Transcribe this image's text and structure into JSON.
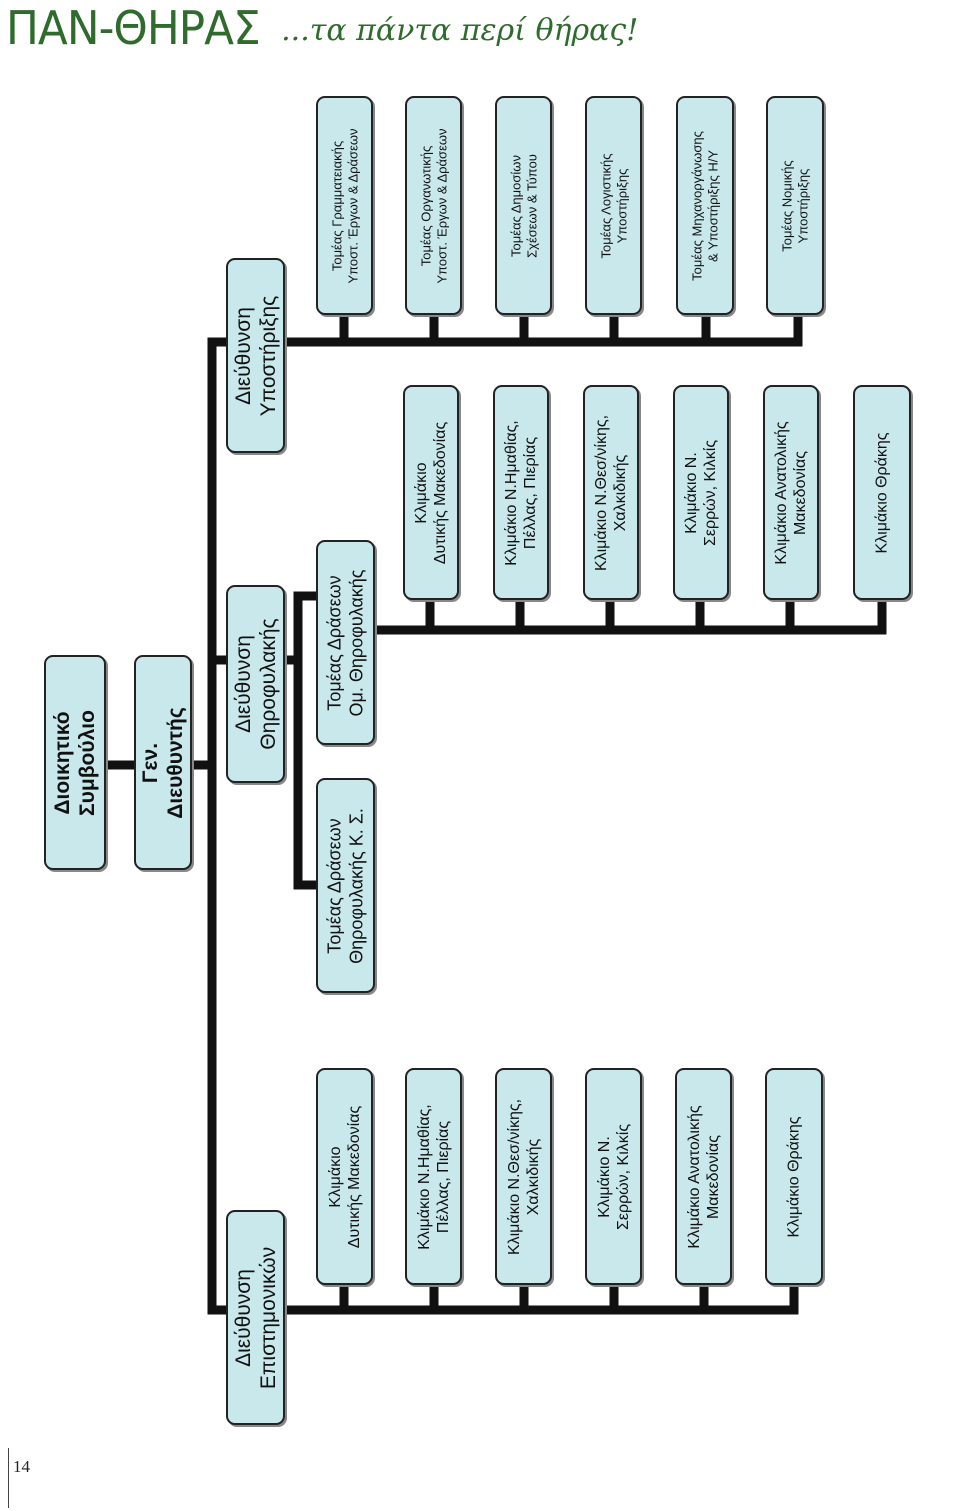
{
  "header": {
    "title": "ΠΑΝ-ΘΗΡΑΣ",
    "tagline": "...τα πάντα περί θήρας!"
  },
  "page_number": "14",
  "org": {
    "board": "Διοικητικό\nΣυμβούλιο",
    "general_director": "Γεν.\nΔιευθυντής",
    "dir_science": "Διεύθυνση\nΕπιστημονικών",
    "dir_guard": "Διεύθυνση\nΘηροφυλακής",
    "dir_support": "Διεύθυνση\nΥποστήριξης",
    "science_items": [
      "Κλιμάκιο\nΔυτικής Μακεδονίας",
      "Κλιμάκιο Ν.Ημαθίας,\nΠέλλας, Πιερίας",
      "Κλιμάκιο Ν.Θεσ/νίκης,\nΧαλκιδικής",
      "Κλιμάκιο Ν.\nΣερρών, Κιλκίς",
      "Κλιμάκιο Ανατολικής\nΜακεδονίας",
      "Κλιμάκιο Θράκης"
    ],
    "guard_sector_ks": "Τομέας Δράσεων\nΘηροφυλακής Κ. Σ.",
    "guard_sector_om": "Τομέας Δράσεων\nΟμ. Θηροφυλακής",
    "guard_items": [
      "Κλιμάκιο\nΔυτικής Μακεδονίας",
      "Κλιμάκιο Ν.Ημαθίας,\nΠέλλας, Πιερίας",
      "Κλιμάκιο Ν.Θεσ/νίκης,\nΧαλκιδικής",
      "Κλιμάκιο Ν.\nΣερρών, Κιλκίς",
      "Κλιμάκιο Ανατολικής\nΜακεδονίας",
      "Κλιμάκιο Θράκης"
    ],
    "support_items": [
      "Τομέας Γραμματειακής\nΥποστ. Έργων & Δράσεων",
      "Τομέας Οργανωτικής\nΥποστ. Έργων & Δράσεων",
      "Τομέας Δημοσίων\nΣχέσεων & Τύπου",
      "Τομέας Λογιστικής\nΥποστήριξης",
      "Τομέας Μηχανοργάνωσης\n& Υποστήριξης Η/Υ",
      "Τομέας Νομικής\nΥποστήριξης"
    ]
  },
  "colors": {
    "box_fill": "#c8e8ec",
    "box_border": "#222222",
    "connector": "#111111",
    "brand_green": "#2e6b2c"
  }
}
